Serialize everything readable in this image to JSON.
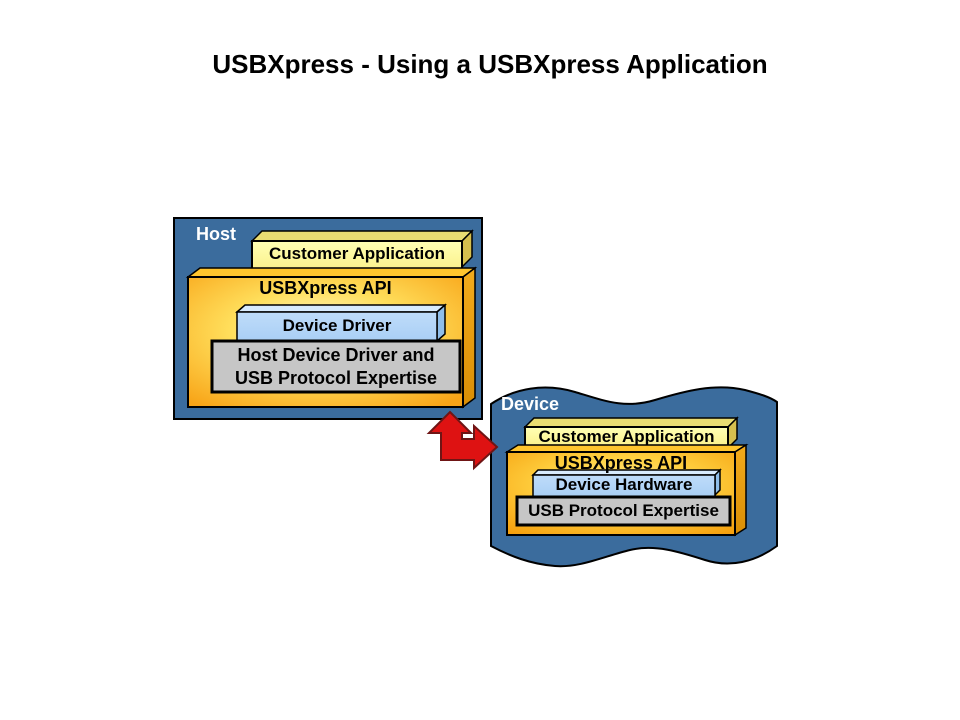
{
  "title": "USBXpress - Using a USBXpress Application",
  "host": {
    "label": "Host",
    "customer_app": "Customer Application",
    "api": "USBXpress API",
    "driver": "Device Driver",
    "expertise_line1": "Host Device Driver and",
    "expertise_line2": "USB Protocol Expertise"
  },
  "device": {
    "label": "Device",
    "customer_app": "Customer Application",
    "api": "USBXpress API",
    "hardware": "Device Hardware",
    "expertise": "USB Protocol Expertise"
  },
  "colors": {
    "panel_blue": "#3B6C9D",
    "outline_black": "#000000",
    "api_gold_edge": "#F8A417",
    "api_gold_center": "#FFFBDC",
    "app_yellow_front": "#FFFC9E",
    "app_yellow_top": "#E9DC72",
    "app_yellow_side": "#D5BF4E",
    "driver_blue_front": "#B3D6F8",
    "driver_blue_top": "#D8EBFD",
    "driver_blue_side": "#8FBEEA",
    "expertise_gray": "#C6C6C6",
    "arrow_red": "#DE1212",
    "arrow_outline": "#6F1515",
    "label_white": "#FFFFFF",
    "text_black": "#000000"
  }
}
